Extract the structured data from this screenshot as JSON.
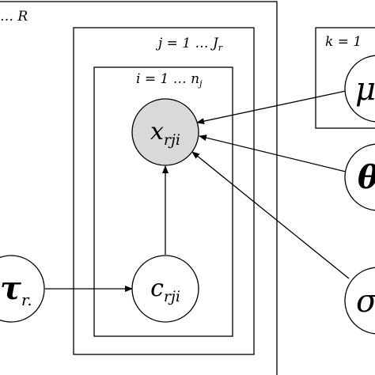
{
  "diagram": {
    "plates": {
      "outer_r": {
        "label": "… R"
      },
      "middle_j": {
        "label": "j = 1 … J",
        "sub": "r"
      },
      "inner_i": {
        "label": "i = 1 … n",
        "sub": "j"
      },
      "right_k": {
        "label": "k = 1"
      }
    },
    "nodes": {
      "x": {
        "symbol": "x",
        "sub": "rji",
        "observed": true
      },
      "c": {
        "symbol": "c",
        "sub": "rji",
        "observed": false
      },
      "tau": {
        "symbol": "τ",
        "sub": "r.",
        "observed": false
      },
      "mu": {
        "symbol": "μ",
        "observed": false
      },
      "theta": {
        "symbol": "θ",
        "observed": false
      },
      "sigma": {
        "symbol": "σ",
        "observed": false
      }
    },
    "colors": {
      "observed_fill": "#d9d9d9",
      "node_fill": "#ffffff",
      "stroke": "#000000"
    }
  }
}
